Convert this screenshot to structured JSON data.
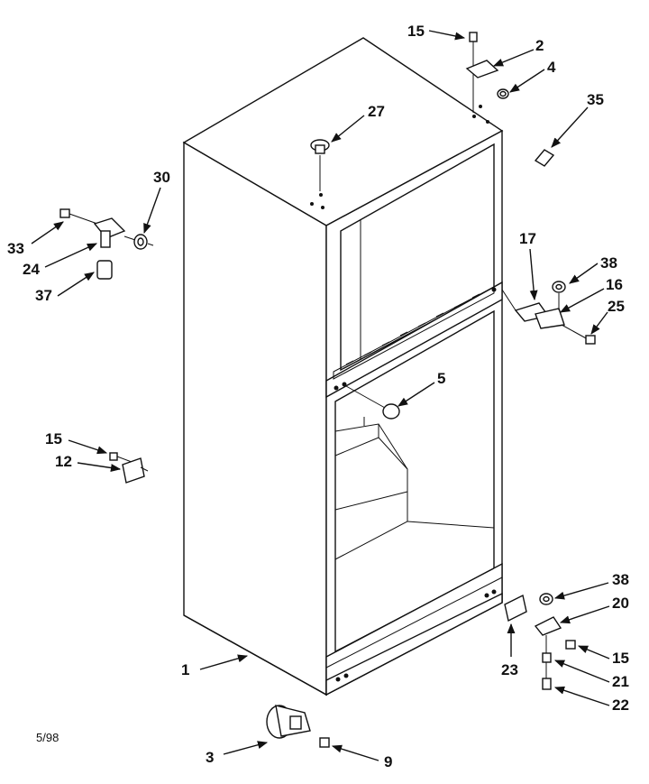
{
  "diagram": {
    "date_code": "5/98",
    "callouts": [
      {
        "id": "c15a",
        "label": "15"
      },
      {
        "id": "c2",
        "label": "2"
      },
      {
        "id": "c4",
        "label": "4"
      },
      {
        "id": "c35",
        "label": "35"
      },
      {
        "id": "c27",
        "label": "27"
      },
      {
        "id": "c30",
        "label": "30"
      },
      {
        "id": "c33",
        "label": "33"
      },
      {
        "id": "c24",
        "label": "24"
      },
      {
        "id": "c37",
        "label": "37"
      },
      {
        "id": "c17",
        "label": "17"
      },
      {
        "id": "c38a",
        "label": "38"
      },
      {
        "id": "c16",
        "label": "16"
      },
      {
        "id": "c25",
        "label": "25"
      },
      {
        "id": "c5",
        "label": "5"
      },
      {
        "id": "c15b",
        "label": "15"
      },
      {
        "id": "c12",
        "label": "12"
      },
      {
        "id": "c38b",
        "label": "38"
      },
      {
        "id": "c20",
        "label": "20"
      },
      {
        "id": "c15c",
        "label": "15"
      },
      {
        "id": "c23",
        "label": "23"
      },
      {
        "id": "c21",
        "label": "21"
      },
      {
        "id": "c22",
        "label": "22"
      },
      {
        "id": "c1",
        "label": "1"
      },
      {
        "id": "c3",
        "label": "3"
      },
      {
        "id": "c9",
        "label": "9"
      }
    ]
  }
}
